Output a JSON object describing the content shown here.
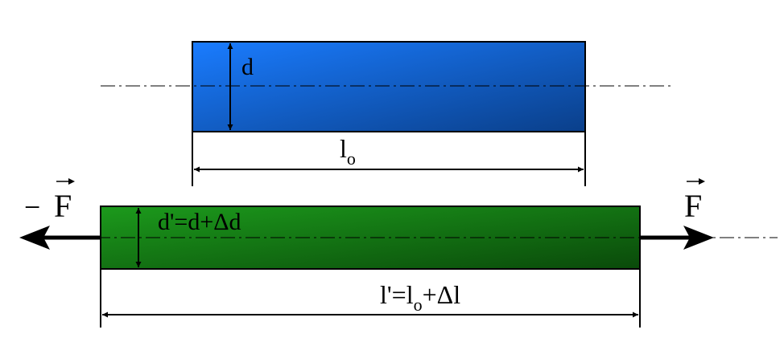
{
  "colors": {
    "original_bar_light": "#1a7cff",
    "original_bar_dark": "#0a3f8a",
    "stretched_bar_light": "#1c9a1c",
    "stretched_bar_dark": "#0a4a0a",
    "line": "#000000"
  },
  "labels": {
    "original_diameter": "d",
    "original_length": "l",
    "original_length_sub": "o",
    "stretched_diameter": "d'=d+Δd",
    "stretched_length_pre": "l'=l",
    "stretched_length_sub": "o",
    "stretched_length_post": "+Δl",
    "force_left_sign": "−",
    "force_left": "F",
    "force_right": "F"
  }
}
